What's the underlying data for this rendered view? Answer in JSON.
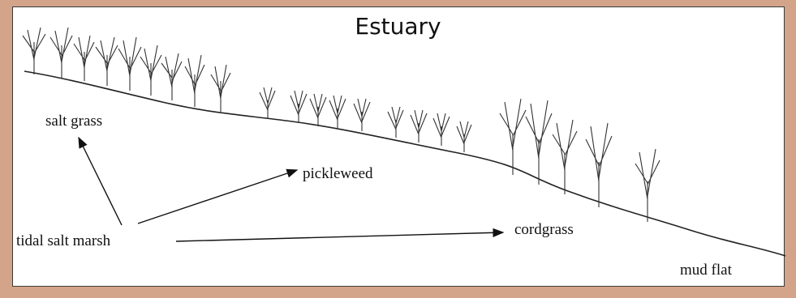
{
  "title": "Estuary",
  "labels": {
    "salt_grass": "salt grass",
    "pickleweed": "pickleweed",
    "tidal_salt_marsh": "tidal salt marsh",
    "cordgrass": "cordgrass",
    "mud_flat": "mud flat"
  },
  "colors": {
    "frame_background": "#d4a48a",
    "panel_background": "#ffffff",
    "ink": "#111111"
  }
}
